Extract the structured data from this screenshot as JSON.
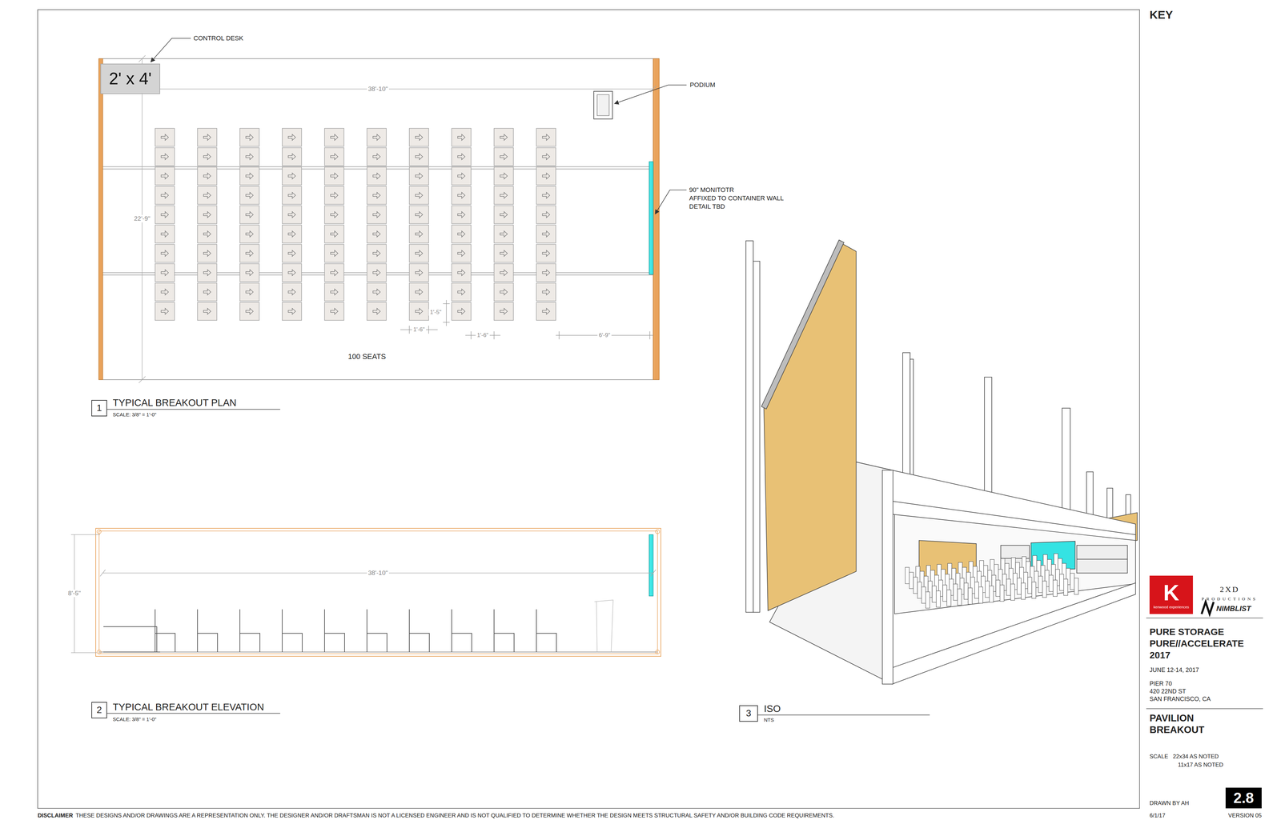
{
  "diagram": {
    "nodes": [
      {
        "text": [
          "2' x 4'"
        ]
      },
      {
        "text": [
          "1"
        ]
      },
      {
        "text": [
          "2"
        ]
      },
      {
        "text": [
          "3"
        ]
      },
      {
        "text": [
          "K",
          "kenwood experiences"
        ]
      },
      {
        "text": [
          "2.8"
        ]
      }
    ],
    "labels": [
      "KEY",
      "CONTROL DESK",
      "38'-10\"",
      "PODIUM",
      "22'-9\"",
      "90\" MONITOTR",
      "AFFIXED TO CONTAINER WALL",
      "DETAIL TBD",
      "1'-5\"",
      "1'-6\"",
      "1'-6\"",
      "6'-9\"",
      "100 SEATS",
      "TYPICAL BREAKOUT PLAN",
      "SCALE: 3/8\" = 1'-0\"",
      "8'-5\"",
      "38'-10\"",
      "TYPICAL BREAKOUT ELEVATION",
      "SCALE: 3/8\" = 1'-0\"",
      "ISO",
      "NTS",
      "2XD",
      "PRODUCTIONS",
      "NIMBLIST",
      "PURE STORAGE PURE//ACCELERATE 2017",
      "JUNE 12-14, 2017",
      "PIER 70",
      "420 22ND ST",
      "SAN FRANCISCO, CA",
      "PAVILION BREAKOUT",
      "SCALE",
      "22x34 AS NOTED",
      "11x17 AS NOTED",
      "DRAWN BY AH",
      "6/1/17",
      "VERSION 05",
      "DISCLAIMER",
      "THESE DESIGNS AND/OR DRAWINGS ARE A REPRESENTATION ONLY. THE DESIGNER AND/OR DRAFTSMAN IS NOT A LICENSED ENGINEER AND IS NOT QUALIFIED TO DETERMINE WHETHER THE DESIGN MEETS STRUCTURAL SAFETY AND/OR BUILDING CODE REQUIREMENTS."
    ]
  }
}
